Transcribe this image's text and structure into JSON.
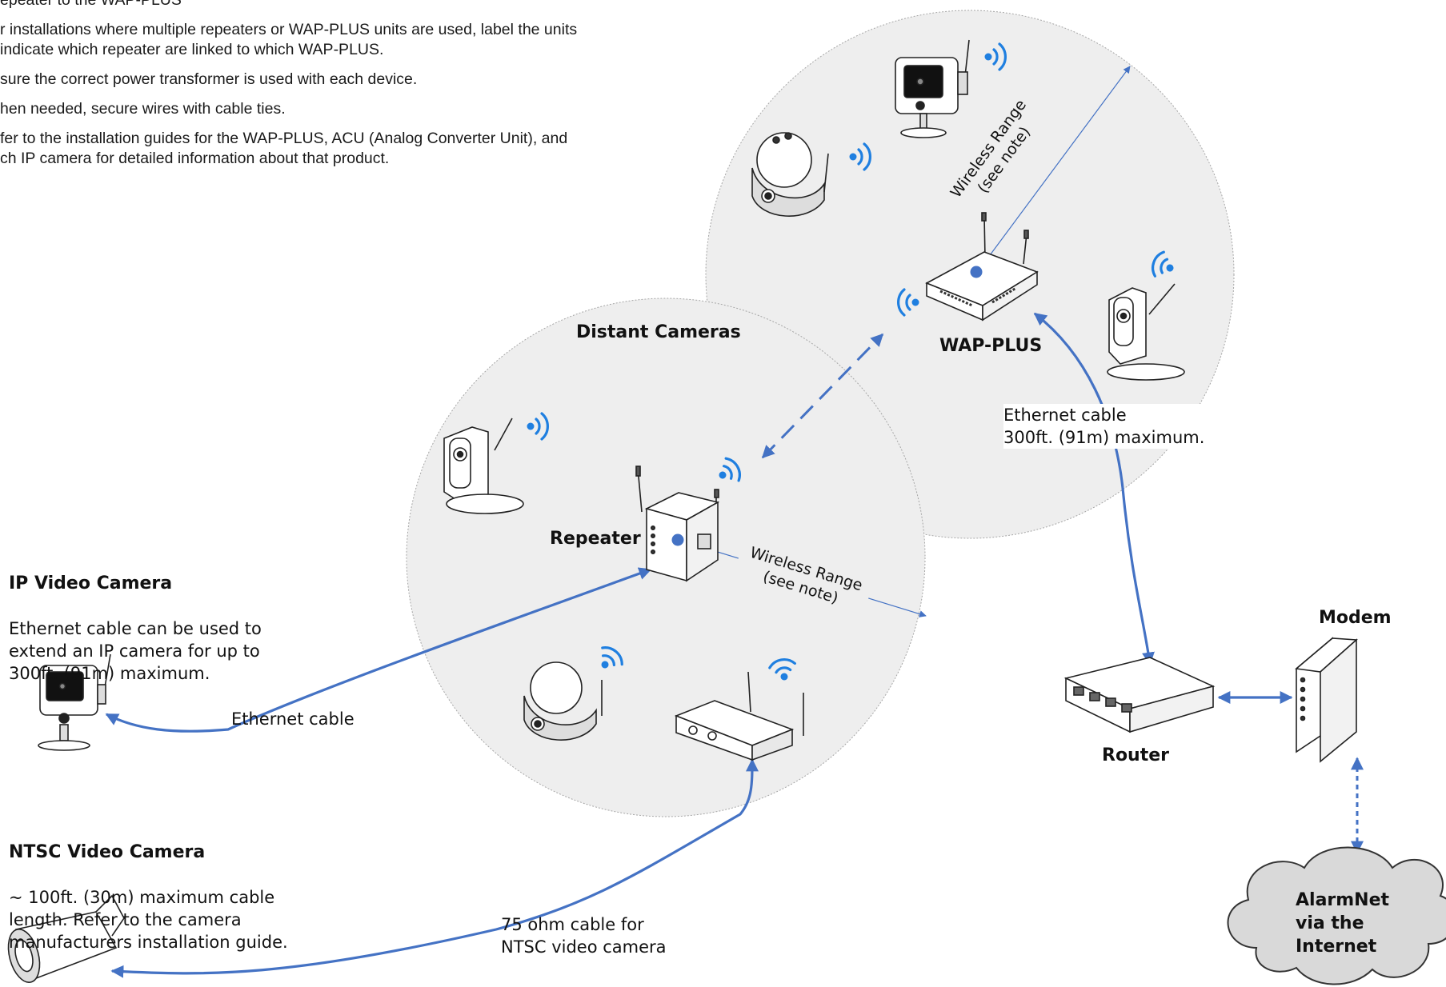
{
  "notes": [
    "epeater to the WAP-PLUS",
    "r installations where multiple repeaters or WAP-PLUS units are used, label the units\n indicate which repeater are linked to which WAP-PLUS.",
    "sure the correct power transformer is used with each device.",
    "hen needed, secure wires with cable ties.",
    "fer to the installation guides for the WAP-PLUS, ACU (Analog Converter Unit), and\nch IP camera for detailed information about that product."
  ],
  "labels": {
    "distant_cameras": "Distant Cameras",
    "wap_plus": "WAP-PLUS",
    "repeater": "Repeater",
    "router": "Router",
    "modem": "Modem",
    "alarmnet": "AlarmNet\nvia the\nInternet",
    "wireless_range_wap": "Wireless Range\n(see note)",
    "wireless_range_repeater": "Wireless Range\n(see note)",
    "ethernet_cable_wap": "Ethernet cable\n300ft. (91m) maximum.",
    "ethernet_cable_ip": "Ethernet cable",
    "coax_cable": "75 ohm cable for\n NTSC video camera"
  },
  "ip_camera": {
    "title": "IP Video Camera",
    "text": "Ethernet cable can be used to\nextend an IP camera for up to\n300ft. (91m) maximum."
  },
  "ntsc_camera": {
    "title": "NTSC Video Camera",
    "text": "~ 100ft. (30m) maximum cable\nlength.  Refer to the camera\nmanufacturers installation guide."
  },
  "colors": {
    "arrow": "#4472c4",
    "wifi": "#1f7fe0",
    "zone_fill": "#eeeeee",
    "zone_stroke": "#a6a6a6",
    "cloud_fill": "#d9d9d9"
  }
}
